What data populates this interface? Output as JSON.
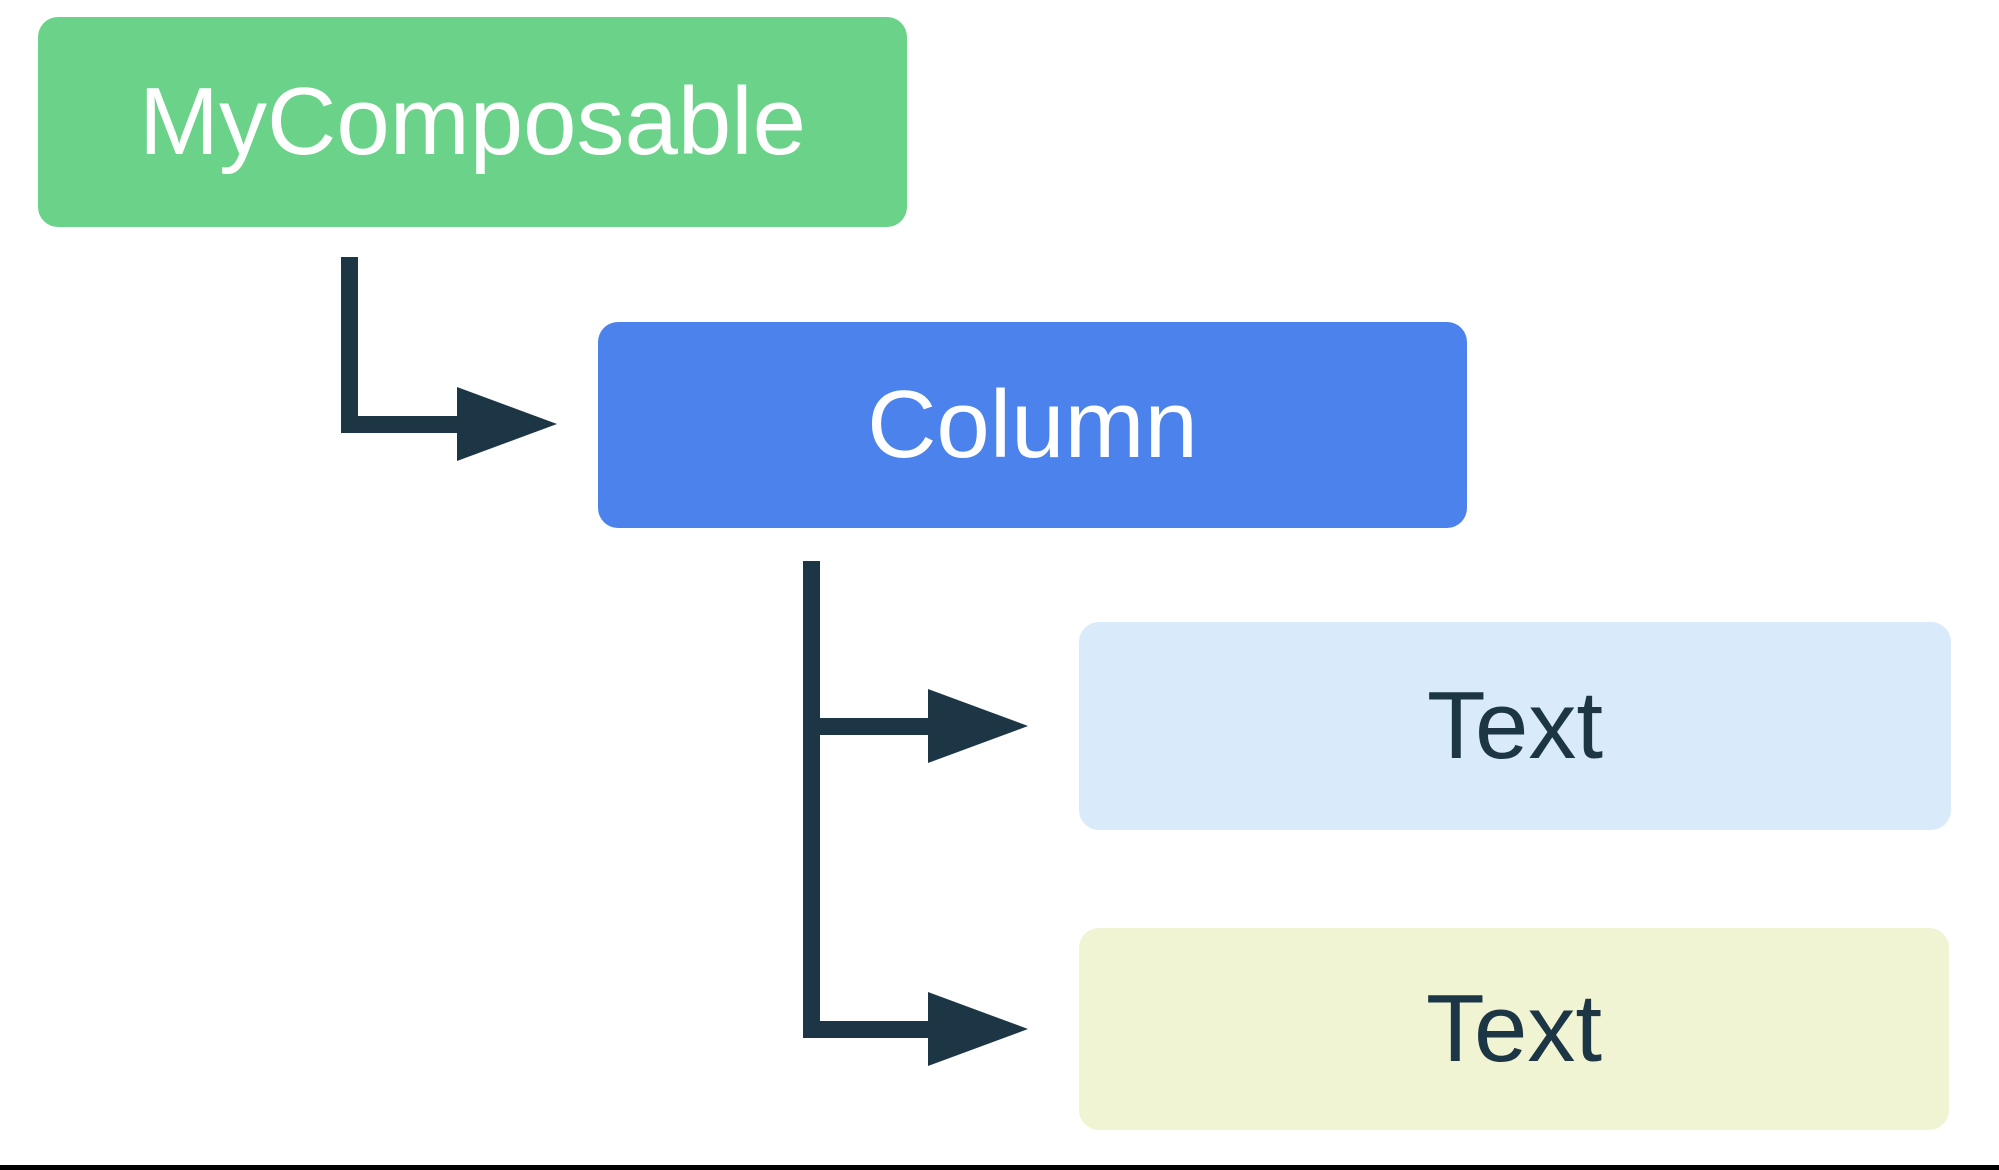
{
  "diagram": {
    "description": "Compose UI hierarchy tree",
    "nodes": [
      {
        "id": "mycomposable",
        "label": "MyComposable"
      },
      {
        "id": "column",
        "label": "Column"
      },
      {
        "id": "text-1",
        "label": "Text"
      },
      {
        "id": "text-2",
        "label": "Text"
      }
    ],
    "edges": [
      {
        "from": "mycomposable",
        "to": "column"
      },
      {
        "from": "column",
        "to": "text-1"
      },
      {
        "from": "column",
        "to": "text-2"
      }
    ]
  },
  "colors": {
    "green": "#6BD389",
    "blue": "#4C82EC",
    "lightblue": "#D9EAFB",
    "cream": "#F0F4D2",
    "ink": "#1C3645",
    "labelLight": "#FFFFFF",
    "canvas": "#FFFFFF",
    "rule": "#000000"
  }
}
